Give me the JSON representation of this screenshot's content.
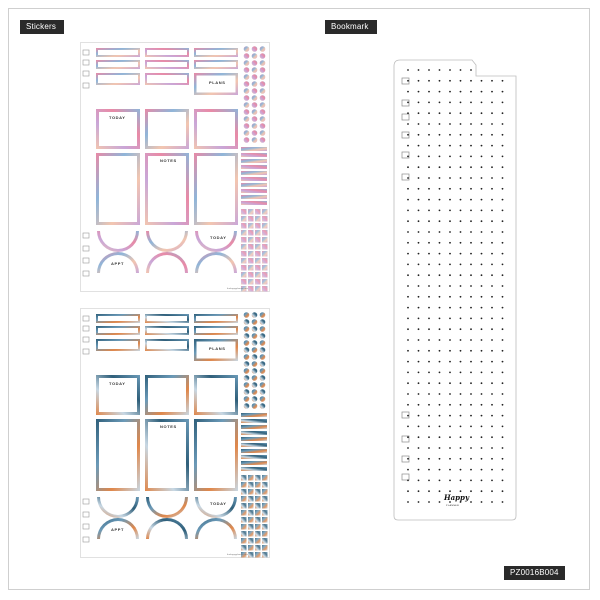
{
  "labels": {
    "stickers": "Stickers",
    "bookmark": "Bookmark",
    "product_code": "PZ0016B004"
  },
  "sheets": [
    {
      "palette": "pastel-marble",
      "accents": [
        "#e98aa6",
        "#8fb5d9",
        "#f3c6b0",
        "#c9a7d8"
      ],
      "captions": {
        "plans": "PLANS",
        "today": "TODAY",
        "notes": "NOTES",
        "today2": "TODAY",
        "appt": "APPT"
      },
      "footnote": "thehappyplanner.com"
    },
    {
      "palette": "ocean-sunset-marble",
      "accents": [
        "#2f5f7a",
        "#6b9ab8",
        "#e0874a",
        "#c8d8e4"
      ],
      "captions": {
        "plans": "PLANS",
        "today": "TODAY",
        "notes": "NOTES",
        "today2": "TODAY",
        "appt": "APPT"
      },
      "footnote": "thehappyplanner.com"
    }
  ],
  "bookmark": {
    "pattern": "dot-grid",
    "brand": "Happy",
    "brand_sub": "PLANNER"
  }
}
